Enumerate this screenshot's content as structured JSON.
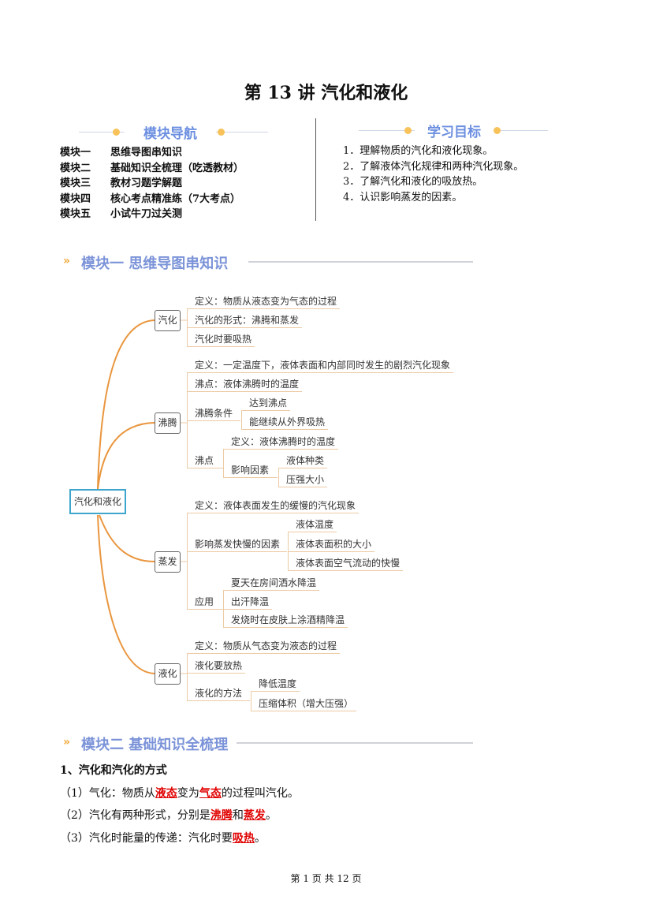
{
  "title": "第 13 讲  汽化和液化",
  "nav": {
    "heading": "模块导航",
    "items": [
      {
        "label": "模块一",
        "text": "思维导图串知识"
      },
      {
        "label": "模块二",
        "text": "基础知识全梳理（吃透教材）"
      },
      {
        "label": "模块三",
        "text": "教材习题学解题"
      },
      {
        "label": "模块四",
        "text": "核心考点精准练（7大考点）"
      },
      {
        "label": "模块五",
        "text": "小试牛刀过关测"
      }
    ]
  },
  "goals": {
    "heading": "学习目标",
    "items": [
      "1．理解物质的汽化和液化现象。",
      "2．了解液体汽化规律和两种汽化现象。",
      "3．了解汽化和液化的吸放热。",
      "4．认识影响蒸发的因素。"
    ]
  },
  "module1": "模块一 思维导图串知识",
  "mindmap": {
    "root": "汽化和液化",
    "vaporize": {
      "label": "汽化",
      "items": [
        "定义：物质从液态变为气态的过程",
        "汽化的形式：沸腾和蒸发",
        "汽化时要吸热"
      ]
    },
    "boil": {
      "label": "沸腾",
      "def": "定义：一定温度下，液体表面和内部同时发生的剧烈汽化现象",
      "bp": "沸点：液体沸腾时的温度",
      "cond": "沸腾条件",
      "cond_items": [
        "达到沸点",
        "能继续从外界吸热"
      ],
      "point": "沸点",
      "point_def": "定义：液体沸腾时的温度",
      "factors": "影响因素",
      "factor_items": [
        "液体种类",
        "压强大小"
      ]
    },
    "evap": {
      "label": "蒸发",
      "def": "定义：液体表面发生的缓慢的汽化现象",
      "factors": "影响蒸发快慢的因素",
      "factor_items": [
        "液体温度",
        "液体表面积的大小",
        "液体表面空气流动的快慢"
      ],
      "apps": "应用",
      "app_items": [
        "夏天在房间洒水降温",
        "出汗降温",
        "发烧时在皮肤上涂酒精降温"
      ]
    },
    "liquefy": {
      "label": "液化",
      "def": "定义：物质从气态变为液态的过程",
      "heat": "液化要放热",
      "methods": "液化的方法",
      "method_items": [
        "降低温度",
        "压缩体积（增大压强）"
      ]
    }
  },
  "module2": "模块二 基础知识全梳理",
  "section": {
    "heading": "1、汽化和汽化的方式",
    "p1": {
      "a": "（1）气化：物质从",
      "b": "液态",
      "c": "变为",
      "d": "气态",
      "e": "的过程叫汽化。"
    },
    "p2": {
      "a": "（2）汽化有两种形式，分别是",
      "b": "沸腾",
      "c": "和",
      "d": "蒸发",
      "e": "。"
    },
    "p3": {
      "a": "（3）汽化时能量的传递：汽化时要",
      "b": "吸热",
      "c": "。"
    }
  },
  "footer": "第 1 页 共 12 页"
}
